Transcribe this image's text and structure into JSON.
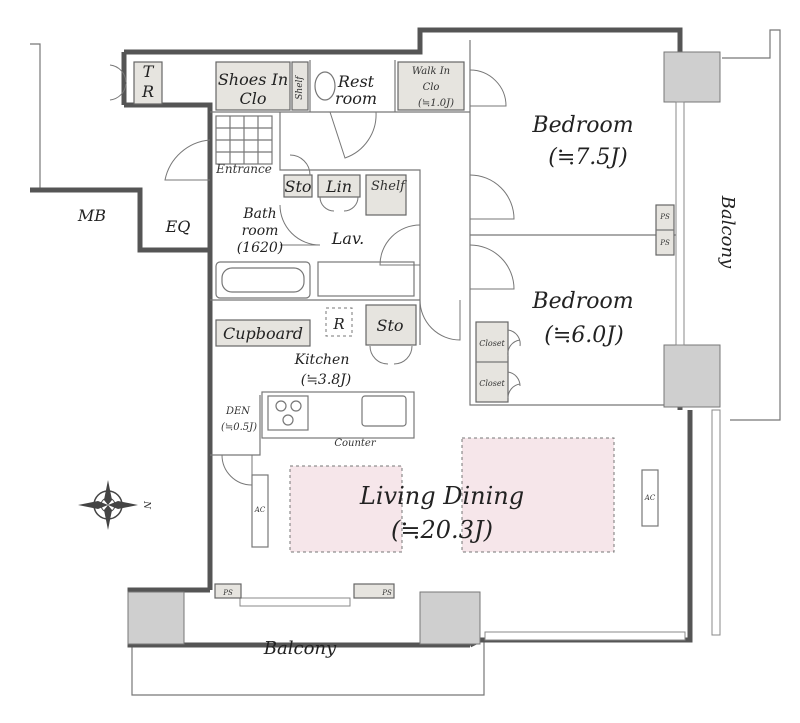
{
  "rooms": {
    "tr": {
      "line1": "T",
      "line2": "R"
    },
    "shoes": {
      "line1": "Shoes In",
      "line2": "Clo"
    },
    "shelf_rest": "Shelf",
    "rest": {
      "line1": "Rest",
      "line2": "room"
    },
    "walkin": {
      "line1": "Walk In",
      "line2": "Clo",
      "line3": "(≒1.0J)"
    },
    "bedroom1": {
      "name": "Bedroom",
      "size": "(≒7.5J)"
    },
    "bedroom2": {
      "name": "Bedroom",
      "size": "(≒6.0J)"
    },
    "balcony_right": "Balcony",
    "entrance": "Entrance",
    "sto1": "Sto",
    "lin": "Lin",
    "shelf_lav": "Shelf",
    "mb": "MB",
    "eq": "EQ",
    "bath": {
      "line1": "Bath",
      "line2": "room",
      "line3": "(1620)"
    },
    "lav": "Lav.",
    "ps1": "PS",
    "ps2": "PS",
    "cupboard": "Cupboard",
    "r": "R",
    "sto2": "Sto",
    "closet1": "Closet",
    "closet2": "Closet",
    "kitchen": {
      "name": "Kitchen",
      "size": "(≒3.8J)"
    },
    "den": {
      "name": "DEN",
      "size": "(≒0.5J)"
    },
    "counter": "Counter",
    "ac1": "AC",
    "ac2": "AC",
    "living": {
      "name": "Living Dining",
      "size": "(≒20.3J)"
    },
    "ps3": "PS",
    "ps4": "PS",
    "balcony_bottom": "Balcony"
  },
  "compass": {
    "north": "N"
  }
}
